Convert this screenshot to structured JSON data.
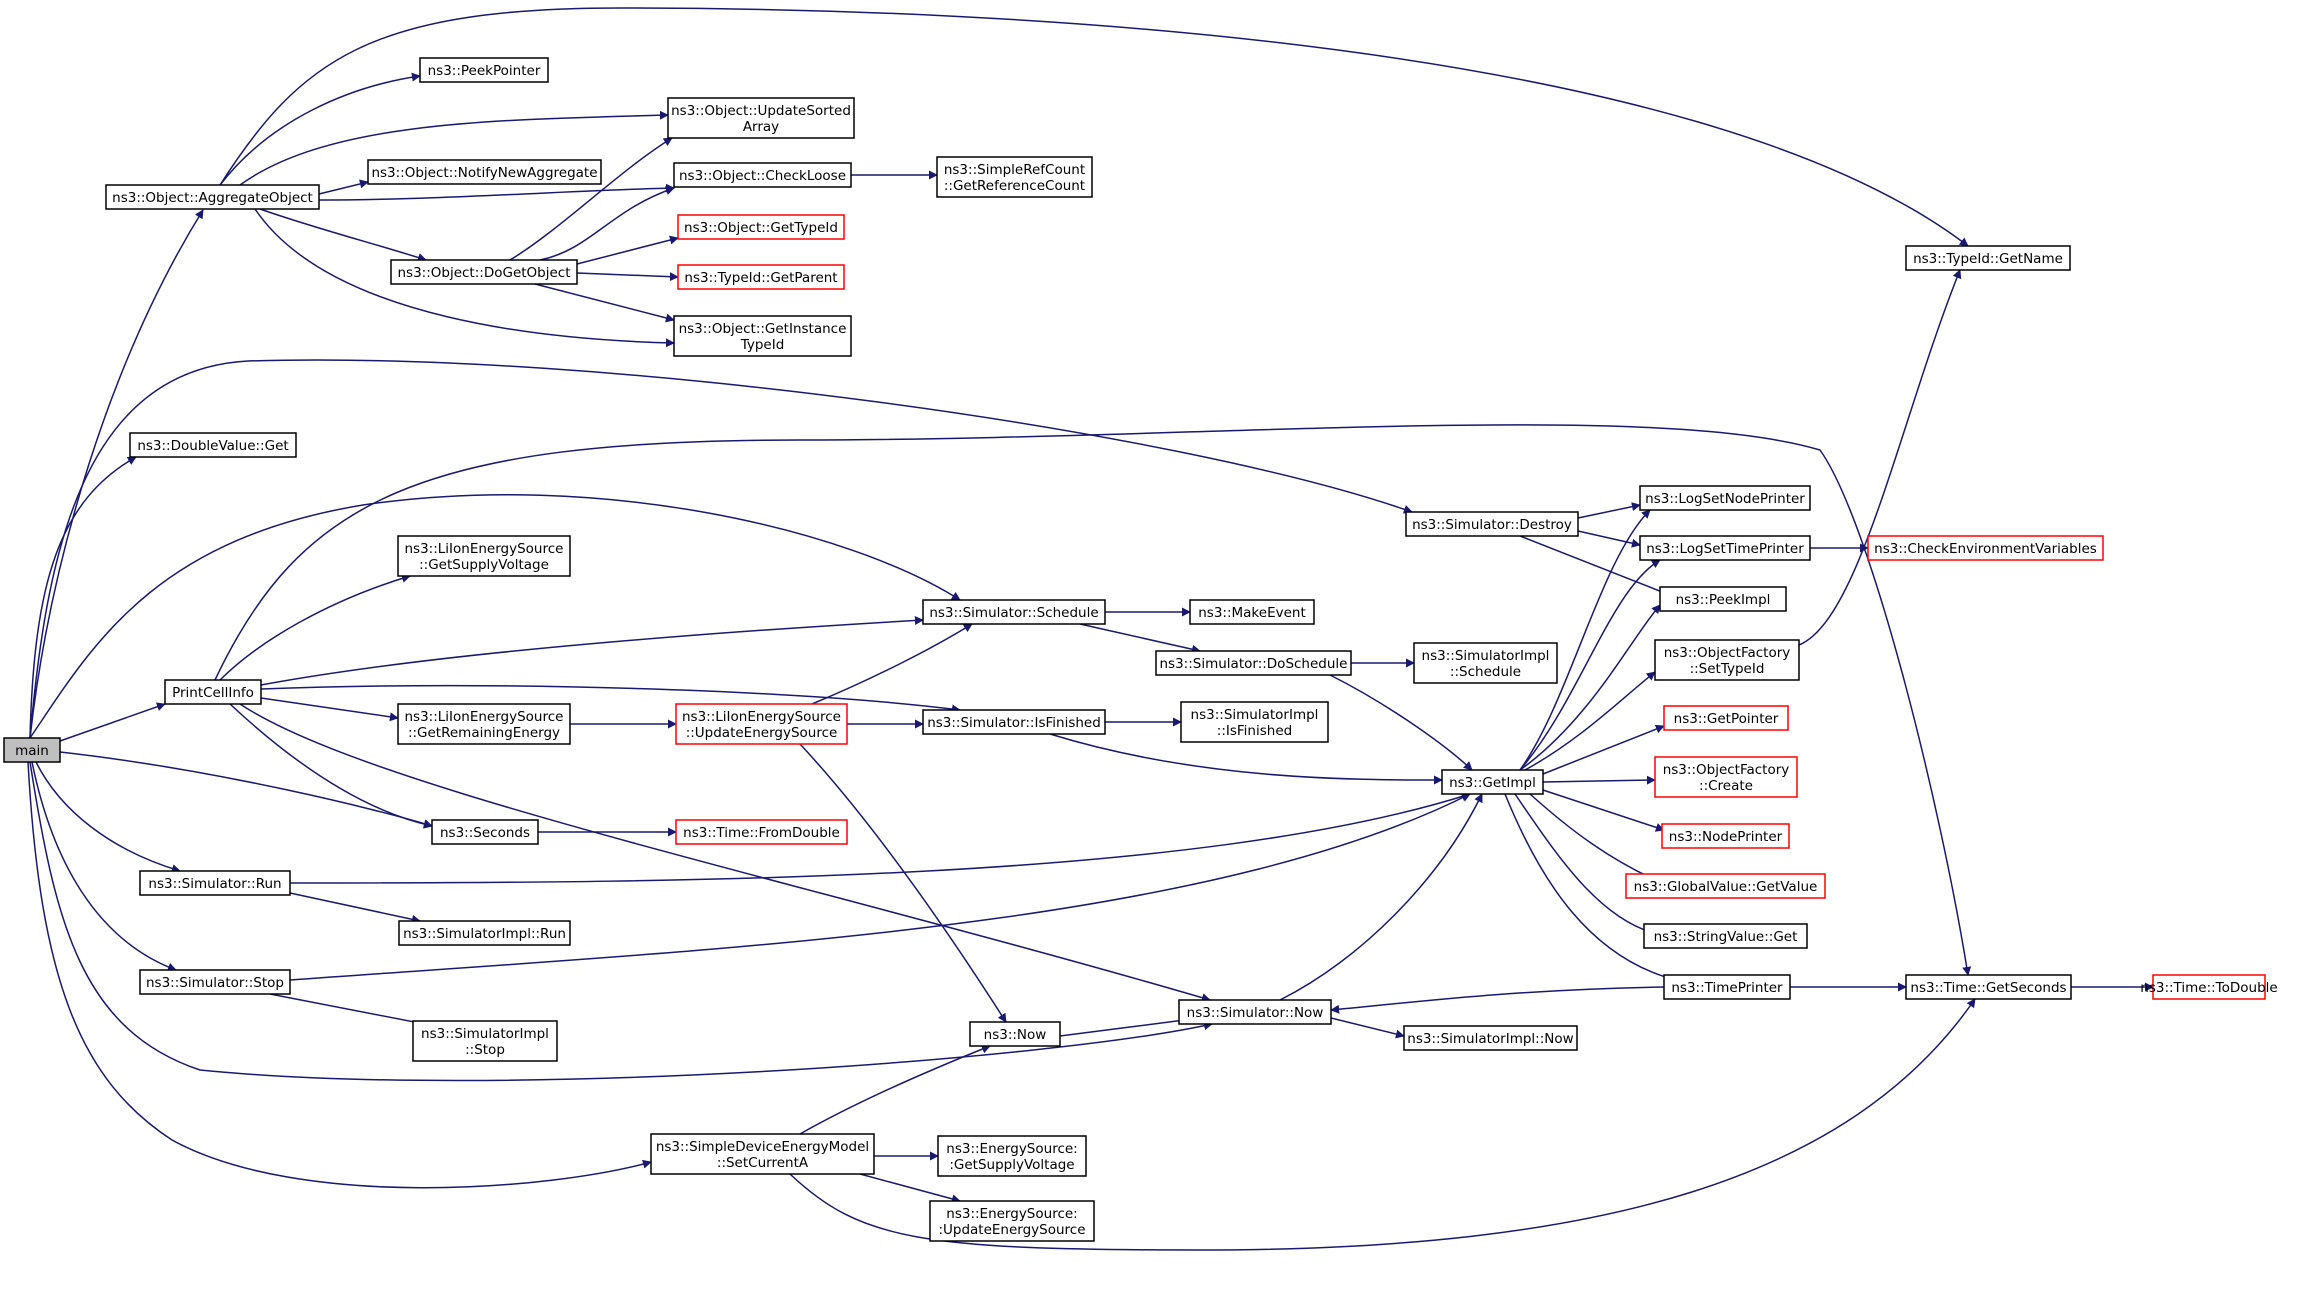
{
  "graph": {
    "kind": "call-graph",
    "colors": {
      "edge": "#191970",
      "node_border": "#000000",
      "truncated_node_border": "#ff0000",
      "root_node_fill": "#bfbfbf",
      "node_fill": "#ffffff"
    },
    "nodes": [
      {
        "id": "main",
        "lines": [
          "main"
        ],
        "root": true
      },
      {
        "id": "aggregate",
        "lines": [
          "ns3::Object::AggregateObject"
        ]
      },
      {
        "id": "dvget",
        "lines": [
          "ns3::DoubleValue::Get"
        ]
      },
      {
        "id": "printcell",
        "lines": [
          "PrintCellInfo"
        ]
      },
      {
        "id": "simrun",
        "lines": [
          "ns3::Simulator::Run"
        ]
      },
      {
        "id": "simstop",
        "lines": [
          "ns3::Simulator::Stop"
        ]
      },
      {
        "id": "sdem",
        "lines": [
          "ns3::SimpleDeviceEnergyModel",
          "::SetCurrentA"
        ]
      },
      {
        "id": "peekptr",
        "lines": [
          "ns3::PeekPointer"
        ]
      },
      {
        "id": "notify",
        "lines": [
          "ns3::Object::NotifyNewAggregate"
        ]
      },
      {
        "id": "dogetobj",
        "lines": [
          "ns3::Object::DoGetObject"
        ]
      },
      {
        "id": "updsorted",
        "lines": [
          "ns3::Object::UpdateSorted",
          "Array"
        ]
      },
      {
        "id": "checkloose",
        "lines": [
          "ns3::Object::CheckLoose"
        ]
      },
      {
        "id": "gettypeid",
        "lines": [
          "ns3::Object::GetTypeId"
        ],
        "truncated": true
      },
      {
        "id": "getparent",
        "lines": [
          "ns3::TypeId::GetParent"
        ],
        "truncated": true
      },
      {
        "id": "getinst",
        "lines": [
          "ns3::Object::GetInstance",
          "TypeId"
        ]
      },
      {
        "id": "getrefcount",
        "lines": [
          "ns3::SimpleRefCount",
          "::GetReferenceCount"
        ]
      },
      {
        "id": "typeidname",
        "lines": [
          "ns3::TypeId::GetName"
        ]
      },
      {
        "id": "liionvolt",
        "lines": [
          "ns3::LiIonEnergySource",
          "::GetSupplyVoltage"
        ]
      },
      {
        "id": "liionrem",
        "lines": [
          "ns3::LiIonEnergySource",
          "::GetRemainingEnergy"
        ]
      },
      {
        "id": "liionupd",
        "lines": [
          "ns3::LiIonEnergySource",
          "::UpdateEnergySource"
        ],
        "truncated": true
      },
      {
        "id": "seconds",
        "lines": [
          "ns3::Seconds"
        ]
      },
      {
        "id": "fromdouble",
        "lines": [
          "ns3::Time::FromDouble"
        ],
        "truncated": true
      },
      {
        "id": "simimplrun",
        "lines": [
          "ns3::SimulatorImpl::Run"
        ]
      },
      {
        "id": "simimplstop",
        "lines": [
          "ns3::SimulatorImpl",
          "::Stop"
        ]
      },
      {
        "id": "simsched",
        "lines": [
          "ns3::Simulator::Schedule"
        ]
      },
      {
        "id": "makeevent",
        "lines": [
          "ns3::MakeEvent"
        ]
      },
      {
        "id": "dosched",
        "lines": [
          "ns3::Simulator::DoSchedule"
        ]
      },
      {
        "id": "simimplsched",
        "lines": [
          "ns3::SimulatorImpl",
          "::Schedule"
        ]
      },
      {
        "id": "isfinished",
        "lines": [
          "ns3::Simulator::IsFinished"
        ]
      },
      {
        "id": "simimplfin",
        "lines": [
          "ns3::SimulatorImpl",
          "::IsFinished"
        ]
      },
      {
        "id": "simdestroy",
        "lines": [
          "ns3::Simulator::Destroy"
        ]
      },
      {
        "id": "getimpl",
        "lines": [
          "ns3::GetImpl"
        ]
      },
      {
        "id": "now",
        "lines": [
          "ns3::Now"
        ]
      },
      {
        "id": "simnow",
        "lines": [
          "ns3::Simulator::Now"
        ]
      },
      {
        "id": "simimplnow",
        "lines": [
          "ns3::SimulatorImpl::Now"
        ]
      },
      {
        "id": "esvolt",
        "lines": [
          "ns3::EnergySource:",
          ":GetSupplyVoltage"
        ]
      },
      {
        "id": "esupd",
        "lines": [
          "ns3::EnergySource:",
          ":UpdateEnergySource"
        ]
      },
      {
        "id": "lognode",
        "lines": [
          "ns3::LogSetNodePrinter"
        ]
      },
      {
        "id": "logtime",
        "lines": [
          "ns3::LogSetTimePrinter"
        ]
      },
      {
        "id": "peekimpl",
        "lines": [
          "ns3::PeekImpl"
        ]
      },
      {
        "id": "ofsettype",
        "lines": [
          "ns3::ObjectFactory",
          "::SetTypeId"
        ]
      },
      {
        "id": "getpointer",
        "lines": [
          "ns3::GetPointer"
        ],
        "truncated": true
      },
      {
        "id": "ofcreate",
        "lines": [
          "ns3::ObjectFactory",
          "::Create"
        ],
        "truncated": true
      },
      {
        "id": "nodeprinter",
        "lines": [
          "ns3::NodePrinter"
        ],
        "truncated": true
      },
      {
        "id": "gvgetvalue",
        "lines": [
          "ns3::GlobalValue::GetValue"
        ],
        "truncated": true
      },
      {
        "id": "svget",
        "lines": [
          "ns3::StringValue::Get"
        ]
      },
      {
        "id": "timeprinter",
        "lines": [
          "ns3::TimePrinter"
        ]
      },
      {
        "id": "checkenv",
        "lines": [
          "ns3::CheckEnvironmentVariables"
        ],
        "truncated": true
      },
      {
        "id": "getseconds",
        "lines": [
          "ns3::Time::GetSeconds"
        ]
      },
      {
        "id": "todouble",
        "lines": [
          "ns3::Time::ToDouble"
        ],
        "truncated": true
      }
    ],
    "edges": [
      [
        "main",
        "aggregate"
      ],
      [
        "main",
        "dvget"
      ],
      [
        "main",
        "printcell"
      ],
      [
        "main",
        "seconds"
      ],
      [
        "main",
        "simrun"
      ],
      [
        "main",
        "simstop"
      ],
      [
        "main",
        "sdem"
      ],
      [
        "main",
        "simnow"
      ],
      [
        "main",
        "simsched"
      ],
      [
        "main",
        "simdestroy"
      ],
      [
        "aggregate",
        "peekptr"
      ],
      [
        "aggregate",
        "updsorted"
      ],
      [
        "aggregate",
        "notify"
      ],
      [
        "aggregate",
        "checkloose"
      ],
      [
        "aggregate",
        "dogetobj"
      ],
      [
        "aggregate",
        "getinst"
      ],
      [
        "aggregate",
        "typeidname"
      ],
      [
        "dogetobj",
        "updsorted"
      ],
      [
        "dogetobj",
        "checkloose"
      ],
      [
        "dogetobj",
        "gettypeid"
      ],
      [
        "dogetobj",
        "getparent"
      ],
      [
        "dogetobj",
        "getinst"
      ],
      [
        "checkloose",
        "getrefcount"
      ],
      [
        "printcell",
        "liionvolt"
      ],
      [
        "printcell",
        "simsched"
      ],
      [
        "printcell",
        "isfinished"
      ],
      [
        "printcell",
        "liionrem"
      ],
      [
        "printcell",
        "seconds"
      ],
      [
        "printcell",
        "simnow"
      ],
      [
        "printcell",
        "getseconds"
      ],
      [
        "liionrem",
        "liionupd"
      ],
      [
        "liionupd",
        "simsched"
      ],
      [
        "liionupd",
        "isfinished"
      ],
      [
        "liionupd",
        "now"
      ],
      [
        "seconds",
        "fromdouble"
      ],
      [
        "simrun",
        "getimpl"
      ],
      [
        "simrun",
        "simimplrun"
      ],
      [
        "simstop",
        "getimpl"
      ],
      [
        "simstop",
        "simimplstop"
      ],
      [
        "simsched",
        "makeevent"
      ],
      [
        "simsched",
        "dosched"
      ],
      [
        "dosched",
        "simimplsched"
      ],
      [
        "dosched",
        "getimpl"
      ],
      [
        "isfinished",
        "simimplfin"
      ],
      [
        "isfinished",
        "getimpl"
      ],
      [
        "simdestroy",
        "lognode"
      ],
      [
        "simdestroy",
        "logtime"
      ],
      [
        "simdestroy",
        "peekimpl"
      ],
      [
        "getimpl",
        "lognode"
      ],
      [
        "getimpl",
        "logtime"
      ],
      [
        "getimpl",
        "peekimpl"
      ],
      [
        "getimpl",
        "ofsettype"
      ],
      [
        "getimpl",
        "getpointer"
      ],
      [
        "getimpl",
        "ofcreate"
      ],
      [
        "getimpl",
        "nodeprinter"
      ],
      [
        "getimpl",
        "gvgetvalue"
      ],
      [
        "getimpl",
        "svget"
      ],
      [
        "getimpl",
        "timeprinter"
      ],
      [
        "logtime",
        "checkenv"
      ],
      [
        "ofsettype",
        "typeidname"
      ],
      [
        "timeprinter",
        "simnow"
      ],
      [
        "timeprinter",
        "getseconds"
      ],
      [
        "getseconds",
        "todouble"
      ],
      [
        "now",
        "simnow"
      ],
      [
        "simnow",
        "getimpl"
      ],
      [
        "simnow",
        "simimplnow"
      ],
      [
        "sdem",
        "now"
      ],
      [
        "sdem",
        "esvolt"
      ],
      [
        "sdem",
        "esupd"
      ],
      [
        "sdem",
        "getseconds"
      ]
    ]
  }
}
